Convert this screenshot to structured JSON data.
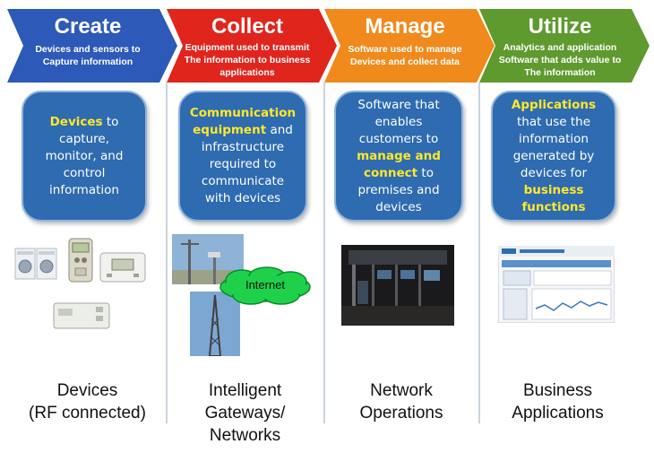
{
  "stages": [
    {
      "title": "Create",
      "subtitle": [
        "Devices and sensors to",
        "Capture information"
      ],
      "color": "#2d59b8",
      "box": [
        {
          "text": "Devices",
          "highlight": true
        },
        {
          "text": " to capture, monitor, and control information",
          "highlight": false
        }
      ],
      "label": [
        "Devices",
        "(RF connected)"
      ]
    },
    {
      "title": "Collect",
      "subtitle": [
        "Equipment used to transmit",
        "The information to business",
        "applications"
      ],
      "color": "#e0251d",
      "box": [
        {
          "text": "Communication equipment",
          "highlight": true
        },
        {
          "text": " and infrastructure required to communicate with devices",
          "highlight": false
        }
      ],
      "label": [
        "Intelligent",
        "Gateways/",
        "Networks"
      ]
    },
    {
      "title": "Manage",
      "subtitle": [
        "Software used to manage",
        "Devices and collect data"
      ],
      "color": "#f08a1c",
      "box": [
        {
          "text": "Software that enables customers to ",
          "highlight": false
        },
        {
          "text": "manage and connect",
          "highlight": true
        },
        {
          "text": " to premises and devices",
          "highlight": false
        }
      ],
      "label": [
        "Network",
        "Operations"
      ]
    },
    {
      "title": "Utilize",
      "subtitle": [
        "Analytics and application",
        "Software that adds value to",
        "The information"
      ],
      "color": "#5e9a2e",
      "box": [
        {
          "text": "Applications",
          "highlight": true
        },
        {
          "text": " that use the information generated by devices for ",
          "highlight": false
        },
        {
          "text": "business functions",
          "highlight": true
        }
      ],
      "label": [
        "Business",
        "Applications"
      ]
    }
  ],
  "cloud_label": "Internet",
  "colors": {
    "box_fill": "#2e6bb0",
    "highlight": "#ffe82a"
  },
  "icons": [
    "washer-dryer-icon",
    "energy-meter-icon",
    "thermostat-icon",
    "sensor-hub-icon",
    "weather-station-photo",
    "radio-tower-photo",
    "internet-cloud-icon",
    "network-operations-photo",
    "dashboard-screenshot"
  ]
}
